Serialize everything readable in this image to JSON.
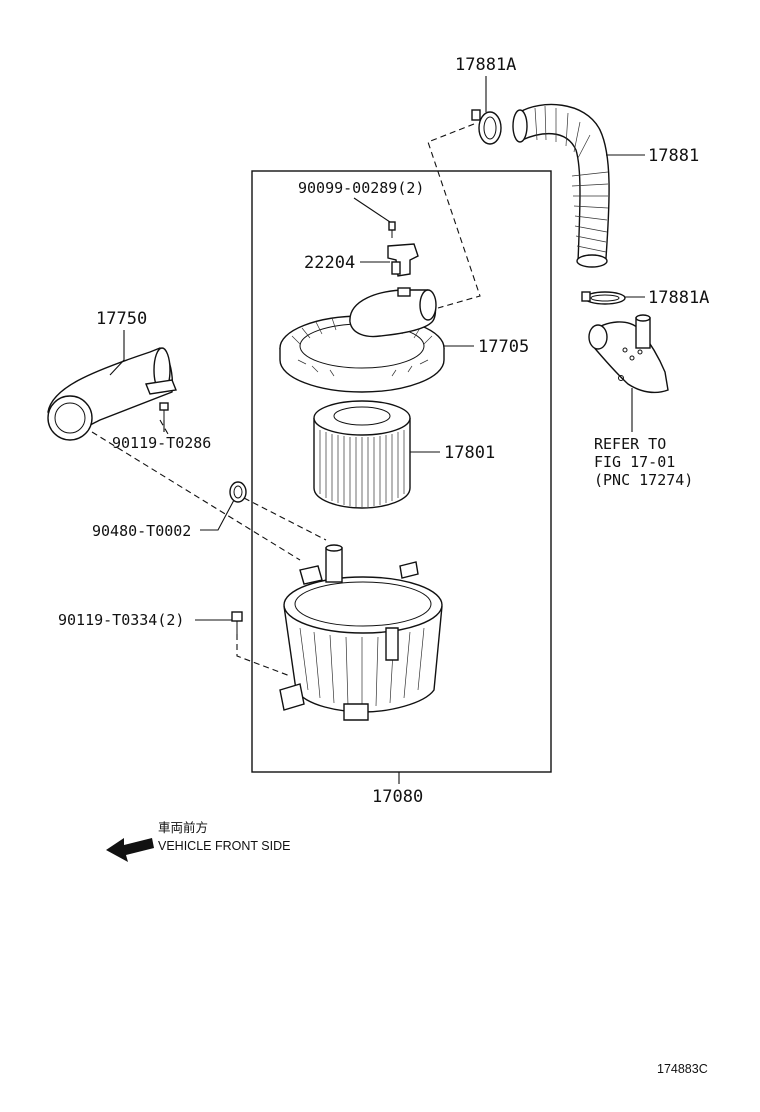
{
  "labels": {
    "p17881a_top": "17881A",
    "p17881": "17881",
    "p17881a_bottom": "17881A",
    "p90099": "90099-00289(2)",
    "p22204": "22204",
    "p17705": "17705",
    "p17750": "17750",
    "p90119_t0286": "90119-T0286",
    "p17801": "17801",
    "p90480": "90480-T0002",
    "p90119_t0334": "90119-T0334(2)",
    "p17080": "17080",
    "refer_line1": "REFER TO",
    "refer_line2": "FIG 17-01",
    "refer_line3": "(PNC 17274)",
    "front_jp": "車両前方",
    "front_en": "VEHICLE FRONT SIDE",
    "figure_code": "174883C"
  }
}
